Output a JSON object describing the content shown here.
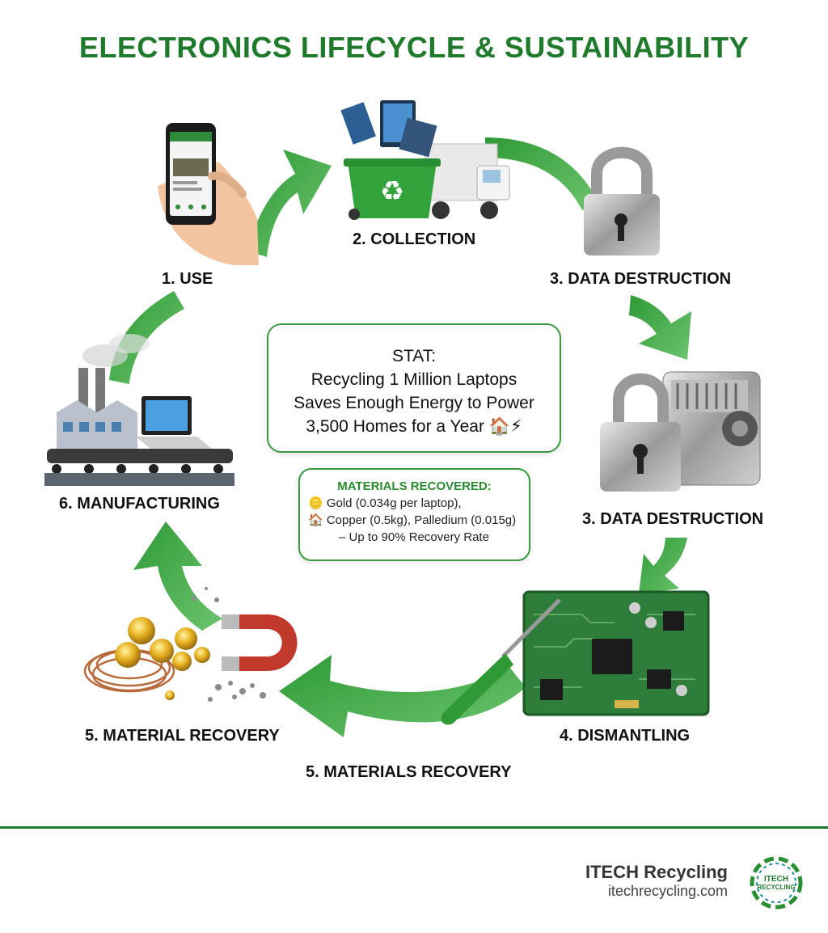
{
  "title": "ELECTRONICS LIFECYCLE & SUSTAINABILITY",
  "stages": {
    "use": "1. USE",
    "collection": "2. COLLECTION",
    "data_destruction_top": "3. DATA DESTRUCTION",
    "data_destruction_right": "3. DATA DESTRUCTION",
    "dismantling": "4. DISMANTLING",
    "material_recovery": "5. MATERIAL RECOVERY",
    "materials_recovery": "5. MATERIALS RECOVERY",
    "manufacturing": "6. MANUFACTURING"
  },
  "stat": {
    "title": "STAT:",
    "line1": "Recycling 1 Million Laptops",
    "line2": "Saves Enough Energy to Power",
    "line3": "3,500 Homes for a Year 🏠⚡"
  },
  "materials": {
    "title": "MATERIALS RECOVERED:",
    "line1": "🪙 Gold (0.034g per laptop),",
    "line2": "🏠 Copper (0.5kg), Palledium (0.015g)",
    "line3": "– Up to 90% Recovery Rate"
  },
  "brand": {
    "name": "ITECH Recycling",
    "url": "itechrecycling.com",
    "logo_line1": "ITECH",
    "logo_line2": "RECYCLING"
  },
  "colors": {
    "accent_green": "#1f7a2c",
    "arrow_green": "#3aa63f",
    "box_border": "#3a9a3f"
  }
}
